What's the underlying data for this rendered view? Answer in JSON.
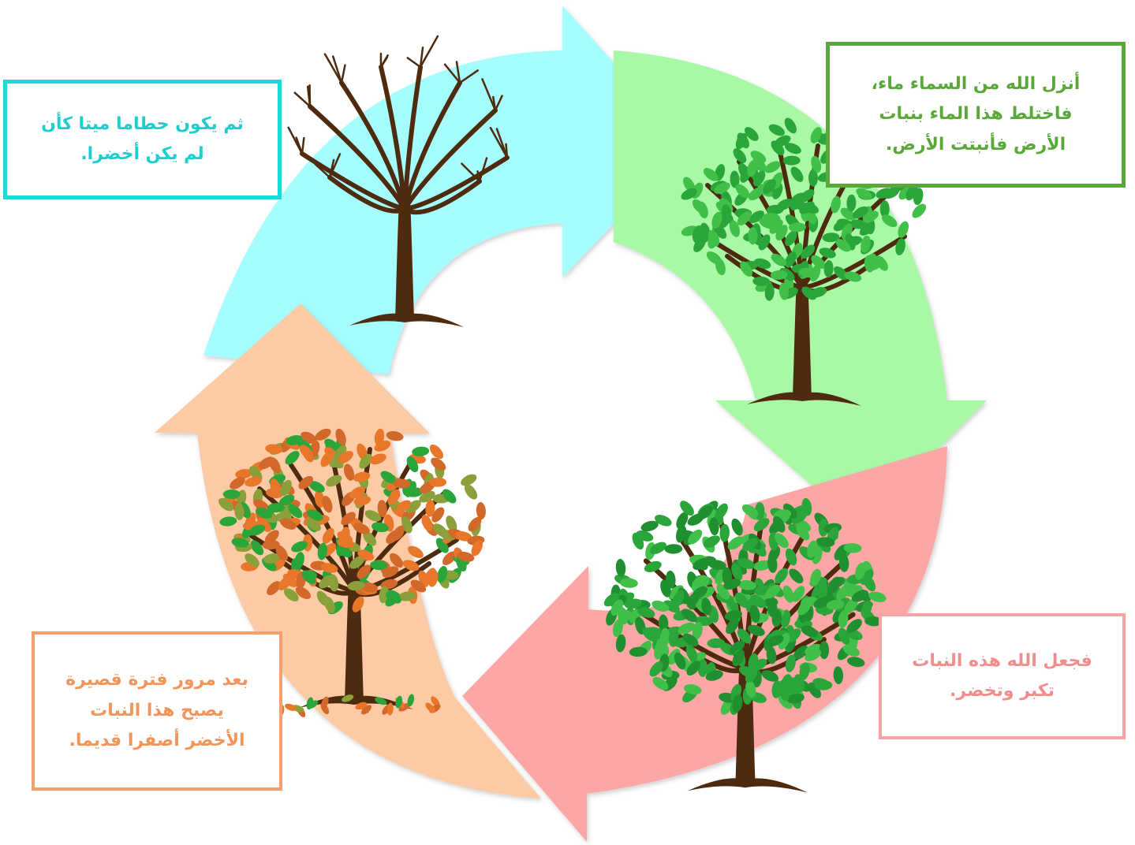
{
  "captions": {
    "rain": {
      "lines": [
        "أنزل الله من السماء ماء،",
        "فاختلط هذا الماء بنبات",
        "الأرض فأنبتت الأرض."
      ]
    },
    "grow": {
      "lines": [
        "فجعل الله هذه النبات",
        "تكبر وتخضر."
      ]
    },
    "yellow": {
      "lines": [
        "بعد مرور فترة قصيرة",
        "يصبح هذا النبات",
        "الأخضر أصفرا قديما."
      ]
    },
    "dry": {
      "lines": [
        "ثم يكون حطاما ميتا كأن",
        "لم يكن أخضرا."
      ]
    }
  },
  "colors": {
    "cyan_arrow": "#a6fdfd",
    "green_arrow": "#a9f8a6",
    "pink_arrow": "#fda6a6",
    "peach_arrow": "#fdcaa6",
    "trunk": "#4e2a0e",
    "leaf_green": "#2aa53a",
    "leaf_light_green": "#40c048",
    "leaf_orange": "#e8772a",
    "leaf_olive": "#8aa03a"
  },
  "illustrations": {
    "tree_top": "bare-tree-icon",
    "tree_right": "sparse-leaf-tree-icon",
    "tree_bottom": "full-leaf-tree-icon",
    "tree_left": "autumn-tree-icon"
  }
}
